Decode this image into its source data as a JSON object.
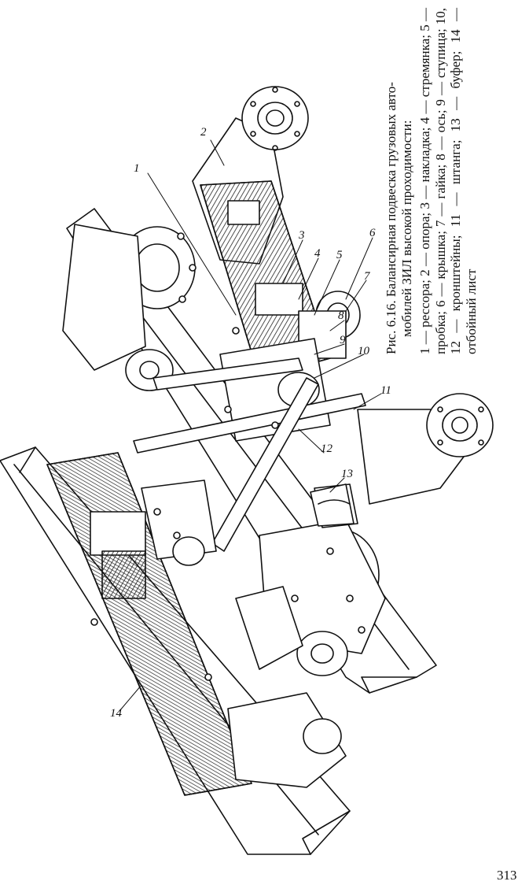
{
  "figure": {
    "callouts": [
      "1",
      "2",
      "3",
      "4",
      "5",
      "6",
      "7",
      "8",
      "9",
      "10",
      "11",
      "12",
      "13",
      "14"
    ]
  },
  "caption": {
    "title_line1": "Рис. 6.16. Балансирная подвеска грузовых авто-",
    "title_line2": "мобилей ЗИЛ высокой проходимости:",
    "legend": "1 — рессора; 2 — опора; 3 — накладка; 4 — стремянка; 5 — пробка; 6 — крышка; 7 — гайка; 8 — ось; 9 — ступица; 10, 12 — кронштейны; 11 — штанга; 13 — буфер; 14 — отбойный лист"
  },
  "page_number": "313"
}
